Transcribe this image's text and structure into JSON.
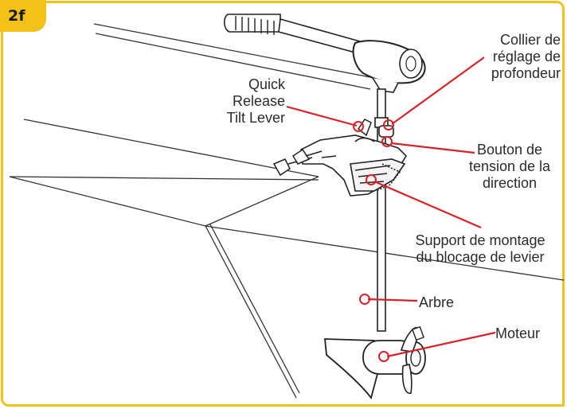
{
  "step": "2f",
  "accent_color": "#f2c21a",
  "callout_color": "#d6232a",
  "callouts": {
    "collar": "Collier de\nréglage de\nprofondeur",
    "tilt_lever": "Quick\nRelease\nTilt Lever",
    "tension_knob": "Bouton de\ntension de la\ndirection",
    "mount_bracket": "Support de montage\ndu blocage de levier",
    "shaft": "Arbre",
    "motor": "Moteur"
  }
}
